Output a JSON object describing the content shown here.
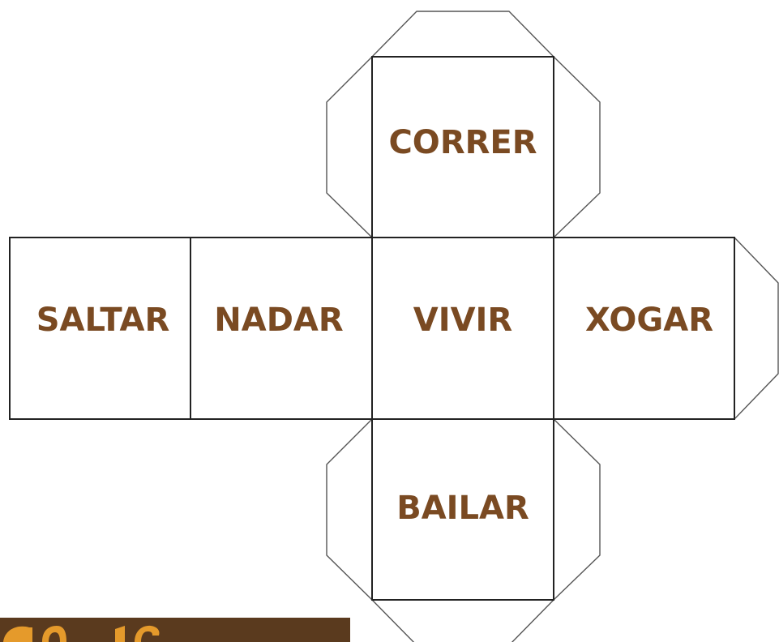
{
  "faces": {
    "top": "CORRER",
    "left_outer": "SALTAR",
    "left": "NADAR",
    "center": "VIVIR",
    "right": "XOGAR",
    "bottom": "BAILAR"
  },
  "colors": {
    "label": "#7a4a22",
    "face_stroke": "#222222",
    "flap_stroke": "#555555",
    "banner_background": "#5a3a1e",
    "banner_glyphs": "#e59a2b"
  }
}
